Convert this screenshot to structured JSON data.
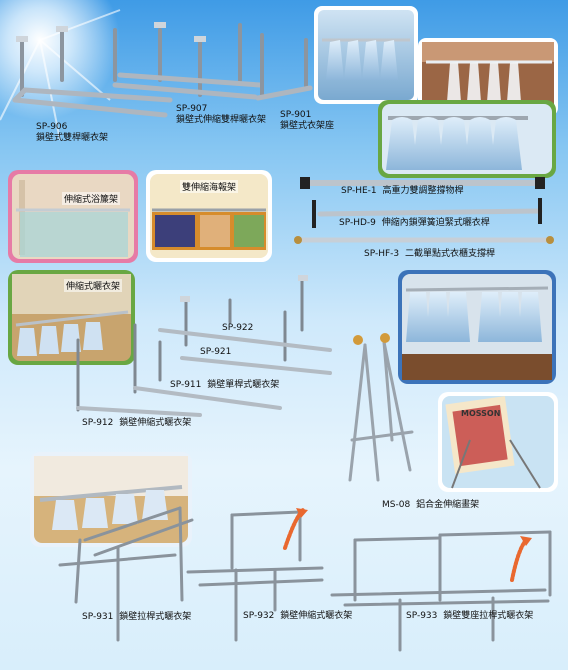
{
  "products": [
    {
      "code": "SP-906",
      "name": "鎖壁式雙桿曬衣架"
    },
    {
      "code": "SP-907",
      "name": "鎖壁式伸縮雙桿曬衣架"
    },
    {
      "code": "SP-901",
      "name": "鎖壁式衣架座"
    },
    {
      "code": "SP-HE-1",
      "name": "高重力雙調整撐物桿"
    },
    {
      "code": "SP-HD-9",
      "name": "伸縮內鎖彈簧迫緊式曬衣桿"
    },
    {
      "code": "SP-HF-3",
      "name": "二截單點式衣櫃支撐桿"
    },
    {
      "code": "SP-922",
      "name": ""
    },
    {
      "code": "SP-921",
      "name": ""
    },
    {
      "code": "SP-911",
      "name": "鎖壁單桿式曬衣架"
    },
    {
      "code": "SP-912",
      "name": "鎖壁伸縮式曬衣架"
    },
    {
      "code": "MS-08",
      "name": "鋁合金伸縮畫架"
    },
    {
      "code": "SP-931",
      "name": "鎖壁拉桿式曬衣架"
    },
    {
      "code": "SP-932",
      "name": "鎖壁伸縮式曬衣架"
    },
    {
      "code": "SP-933",
      "name": "鎖壁雙座拉桿式曬衣架"
    }
  ],
  "photo_titles": {
    "bath": "伸縮式浴簾架",
    "poster": "雙伸縮海報架",
    "laundry": "伸縮式曬衣架"
  },
  "poster_text": "MOSSON"
}
